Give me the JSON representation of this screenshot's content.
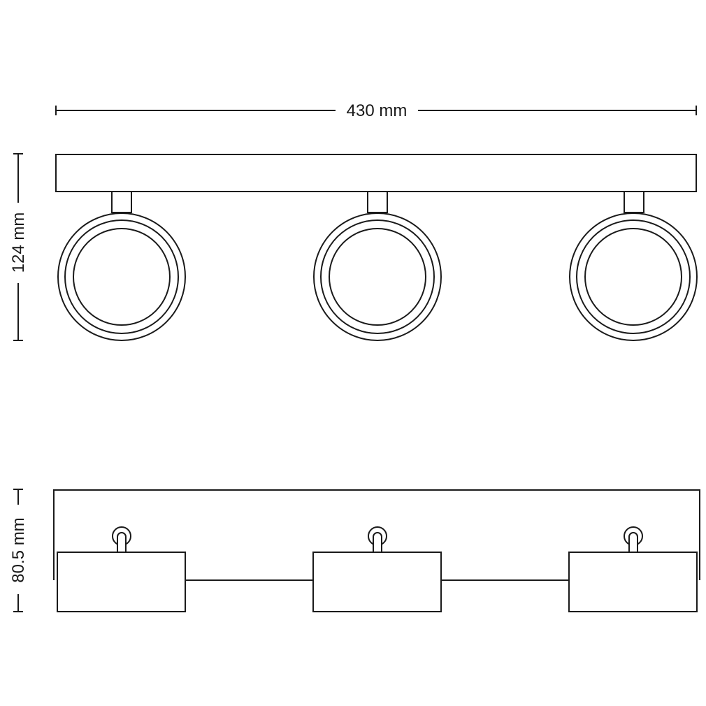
{
  "dimensions": {
    "width": "430 mm",
    "height": "124 mm",
    "depth": "80.5 mm"
  },
  "colors": {
    "line": "#1a1a1a",
    "background": "#ffffff"
  }
}
